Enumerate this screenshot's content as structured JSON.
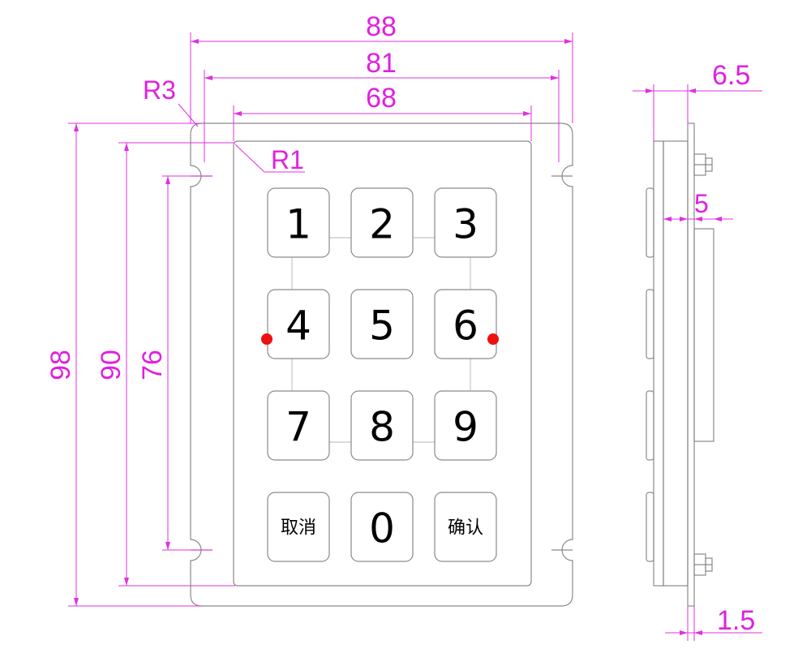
{
  "colors": {
    "dimension": "#e020e0",
    "outline": "#8a8a8a",
    "marker": "#ee1111",
    "key_text": "#000000"
  },
  "dimensions": {
    "width_outer": "88",
    "width_mid": "81",
    "width_inner": "68",
    "radius_outer": "R3",
    "radius_inner": "R1",
    "height_outer": "98",
    "height_mid": "90",
    "height_inner": "76",
    "side_thickness_total": "6.5",
    "side_key_height": "5",
    "side_plate": "1.5"
  },
  "keys": [
    {
      "label": "1"
    },
    {
      "label": "2"
    },
    {
      "label": "3"
    },
    {
      "label": "4"
    },
    {
      "label": "5"
    },
    {
      "label": "6"
    },
    {
      "label": "7"
    },
    {
      "label": "8"
    },
    {
      "label": "9"
    },
    {
      "label": "取消"
    },
    {
      "label": "0"
    },
    {
      "label": "确认"
    }
  ],
  "markers": [
    {
      "name": "left-red-dot"
    },
    {
      "name": "right-red-dot"
    }
  ]
}
